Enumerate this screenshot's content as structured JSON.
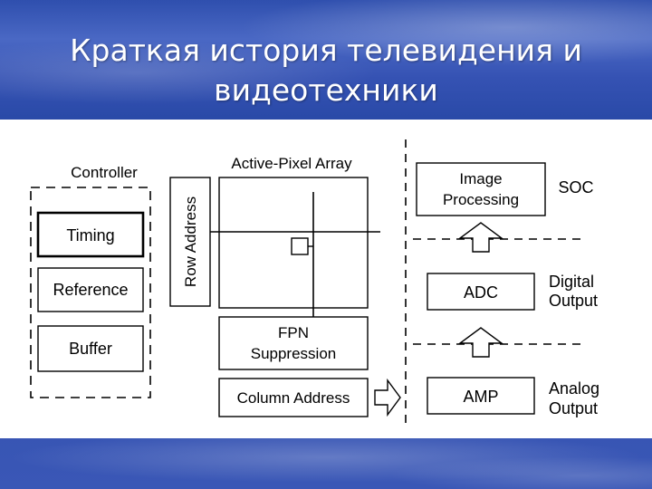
{
  "slide": {
    "title_line1": "Краткая история телевидения и",
    "title_line2": "видеотехники"
  },
  "diagram": {
    "controller": {
      "label": "Controller",
      "blocks": [
        "Timing",
        "Reference",
        "Buffer"
      ]
    },
    "pixel_array": {
      "label": "Active-Pixel Array",
      "row_address": "Row Address",
      "fpn_line1": "FPN",
      "fpn_line2": "Suppression",
      "column_address": "Column Address"
    },
    "pipeline": {
      "image_processing_line1": "Image",
      "image_processing_line2": "Processing",
      "adc": "ADC",
      "amp": "AMP"
    },
    "outputs": {
      "soc": "SOC",
      "digital_line1": "Digital",
      "digital_line2": "Output",
      "analog_line1": "Analog",
      "analog_line2": "Output"
    }
  }
}
